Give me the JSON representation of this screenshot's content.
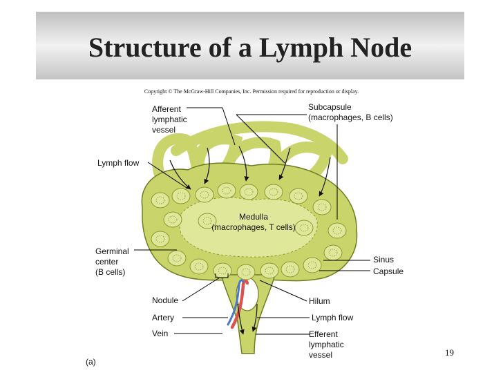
{
  "slide": {
    "title": "Structure of a Lymph Node",
    "copyright": "Copyright © The McGraw-Hill Companies, Inc. Permission required for reproduction or display.",
    "slide_number": "19",
    "panel_letter": "(a)"
  },
  "labels": {
    "afferent": [
      "Afferent",
      "lymphatic",
      "vessel"
    ],
    "subcapsule": [
      "Subcapsule",
      "(macrophages, B cells)"
    ],
    "lymph_flow_in": "Lymph flow",
    "medulla": [
      "Medulla",
      "(macrophages, T cells)"
    ],
    "germinal": [
      "Germinal",
      "center",
      "(B cells)"
    ],
    "sinus": "Sinus",
    "capsule": "Capsule",
    "nodule": "Nodule",
    "hilum": "Hilum",
    "artery": "Artery",
    "lymph_flow_out": "Lymph flow",
    "vein": "Vein",
    "efferent": [
      "Efferent",
      "lymphatic",
      "vessel"
    ]
  },
  "colors": {
    "tissue": "#c9d46a",
    "tissue_light": "#dfe79a",
    "tissue_dark": "#8a9a2e",
    "outline": "#6e7d22",
    "artery": "#d9534f",
    "vein": "#4a78c8"
  }
}
